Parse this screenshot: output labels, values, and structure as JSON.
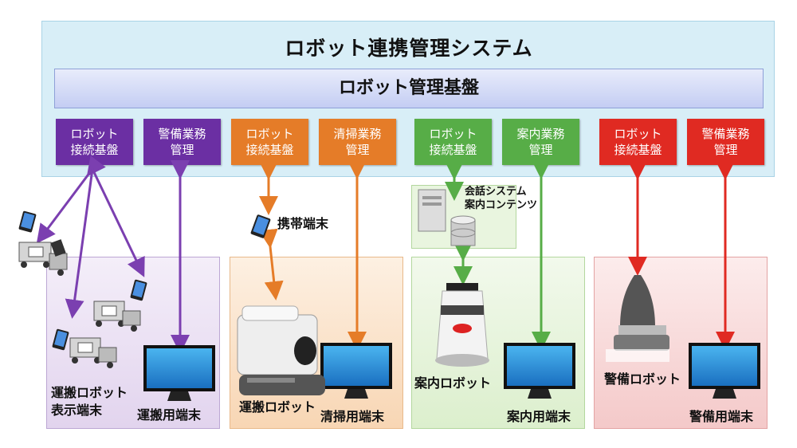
{
  "system": {
    "title": "ロボット連携管理システム",
    "platform": "ロボット管理基盤"
  },
  "modules": [
    {
      "label": "ロボット\n接続基盤",
      "color": "#6b2fa3"
    },
    {
      "label": "警備業務\n管理",
      "color": "#6b2fa3"
    },
    {
      "label": "ロボット\n接続基盤",
      "color": "#e57c28"
    },
    {
      "label": "清掃業務\n管理",
      "color": "#e57c28"
    },
    {
      "label": "ロボット\n接続基盤",
      "color": "#57ad47"
    },
    {
      "label": "案内業務\n管理",
      "color": "#57ad47"
    },
    {
      "label": "ロボット\n接続基盤",
      "color": "#e02a22"
    },
    {
      "label": "警備業務\n管理",
      "color": "#e02a22"
    }
  ],
  "labels": {
    "transport_display": "運搬ロボット\n表示端末",
    "transport_terminal": "運搬用端末",
    "mobile_terminal": "携帯端末",
    "transport_robot": "運搬ロボット",
    "cleaning_terminal": "清掃用端末",
    "conversation": "会話システム\n案内コンテンツ",
    "guide_robot": "案内ロボット",
    "guide_terminal": "案内用端末",
    "security_robot": "警備ロボット",
    "security_terminal": "警備用端末"
  },
  "icons": [
    "tablet-icon",
    "cart-robot-icon",
    "monitor-icon",
    "server-icon",
    "database-icon",
    "transport-robot-icon",
    "guide-robot-icon",
    "security-robot-icon"
  ]
}
